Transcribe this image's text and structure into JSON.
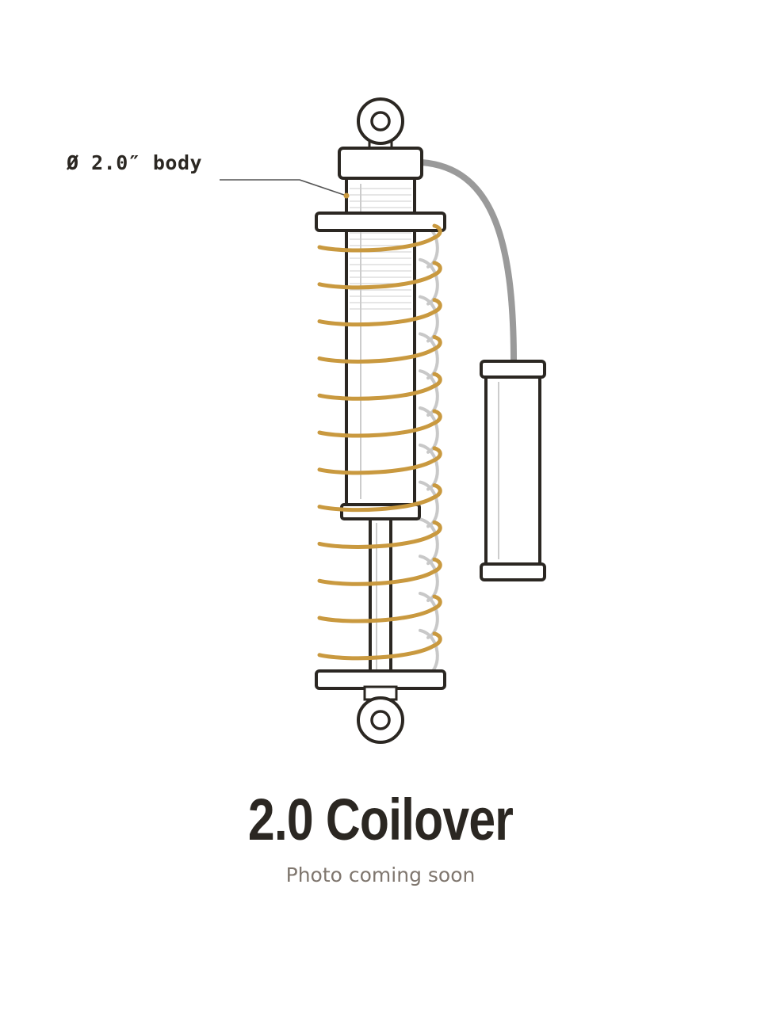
{
  "callout": {
    "label": "Ø 2.0″ body"
  },
  "product": {
    "title": "2.0 Coilover",
    "subtitle": "Photo coming soon"
  },
  "colors": {
    "outline": "#2b2722",
    "spring": "#c9993f",
    "spring_back": "#c8c8c8",
    "hose": "#9a9a9a",
    "subtitle": "#7f766e",
    "body_lines": "#cccccc"
  },
  "icons": {
    "illustration": "coilover-shock-illustration"
  }
}
